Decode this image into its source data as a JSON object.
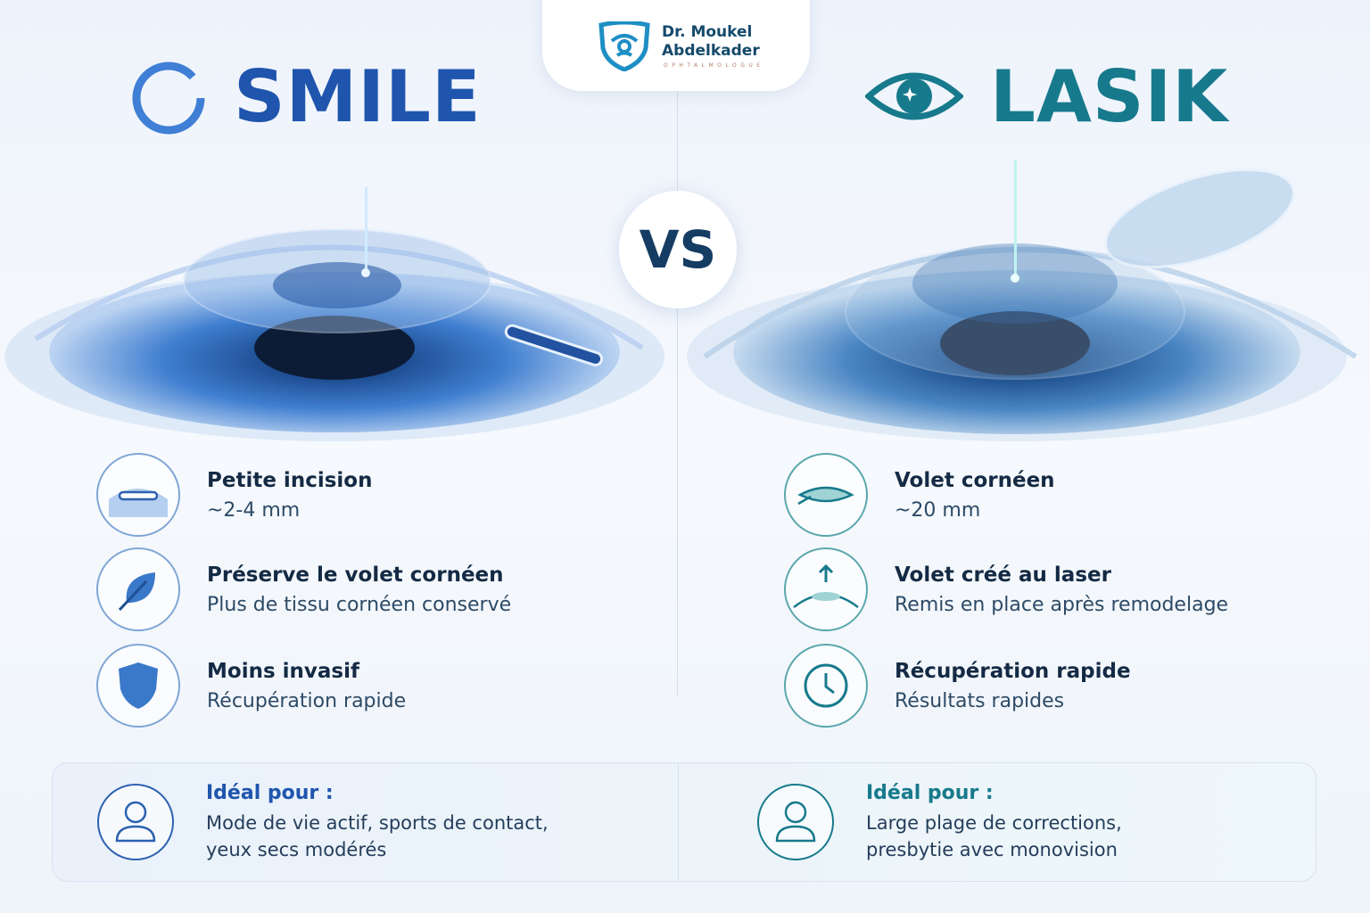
{
  "logo": {
    "name_line1": "Dr. Moukel",
    "name_line2": "Abdelkader",
    "subtitle": "OPHTALMOLOGUE"
  },
  "vs_label": "VS",
  "smile": {
    "title": "SMILE",
    "color": "#1f55ad",
    "features": [
      {
        "icon": "incision-icon",
        "title": "Petite incision",
        "subtitle": "~2-4 mm"
      },
      {
        "icon": "leaf-icon",
        "title": "Préserve le volet cornéen",
        "subtitle": "Plus de tissu cornéen conservé"
      },
      {
        "icon": "shield-icon",
        "title": "Moins invasif",
        "subtitle": "Récupération rapide"
      }
    ],
    "ideal": {
      "label": "Idéal pour :",
      "line1": "Mode de vie actif, sports de contact,",
      "line2": "yeux secs modérés"
    }
  },
  "lasik": {
    "title": "LASIK",
    "color": "#177a8c",
    "features": [
      {
        "icon": "flap-icon",
        "title": "Volet cornéen",
        "subtitle": "~20 mm"
      },
      {
        "icon": "arrow-up-icon",
        "title": "Volet créé au laser",
        "subtitle": "Remis en place après remodelage"
      },
      {
        "icon": "clock-icon",
        "title": "Récupération rapide",
        "subtitle": "Résultats rapides"
      }
    ],
    "ideal": {
      "label": "Idéal pour :",
      "line1": "Large plage de corrections,",
      "line2": "presbytie avec monovision"
    }
  }
}
